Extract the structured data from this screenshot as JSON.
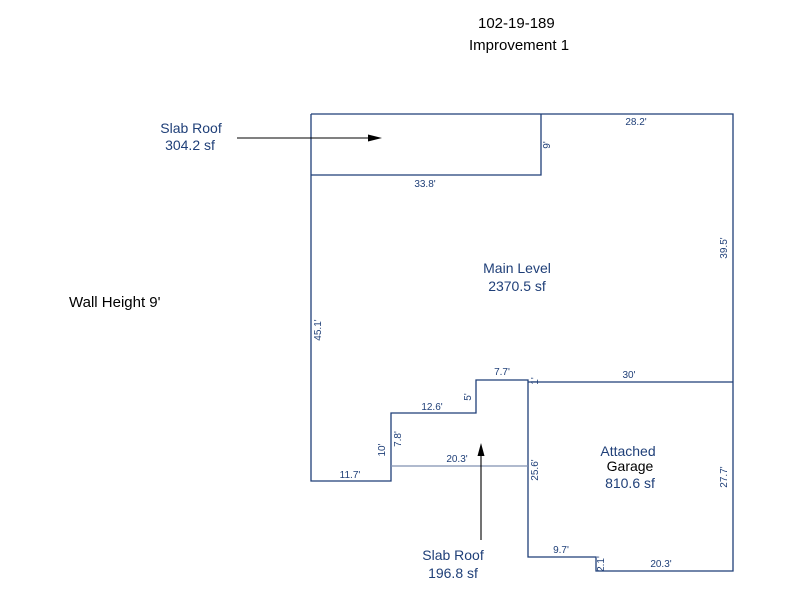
{
  "header": {
    "parcel_id": "102-19-189",
    "improvement": "Improvement 1"
  },
  "wall_height": "Wall Height 9'",
  "areas": {
    "slab_roof_top": {
      "name": "Slab Roof",
      "area": "304.2 sf"
    },
    "main_level": {
      "name": "Main Level",
      "area": "2370.5 sf"
    },
    "garage": {
      "name_line1": "Attached",
      "name_line2": "Garage",
      "area": "810.6 sf"
    },
    "slab_roof_bottom": {
      "name": "Slab Roof",
      "area": "196.8 sf"
    }
  },
  "dimensions": {
    "top_right": "28.2'",
    "slab_depth": "9'",
    "slab_width": "33.8'",
    "right_upper": "39.5'",
    "left_wall": "45.1'",
    "step_top": "7.7'",
    "step_small": "1'",
    "garage_top": "30'",
    "step_vert": "5'",
    "step_mid": "12.6'",
    "notch_10": "10'",
    "notch_78": "7.8'",
    "porch_width": "20.3'",
    "bottom_left": "11.7'",
    "garage_left": "25.6'",
    "garage_right": "27.7'",
    "garage_step": "9.7'",
    "garage_small": "2.1'",
    "garage_bottom": "20.3'"
  },
  "colors": {
    "line": "#1f3f78",
    "arrow": "#000000"
  }
}
